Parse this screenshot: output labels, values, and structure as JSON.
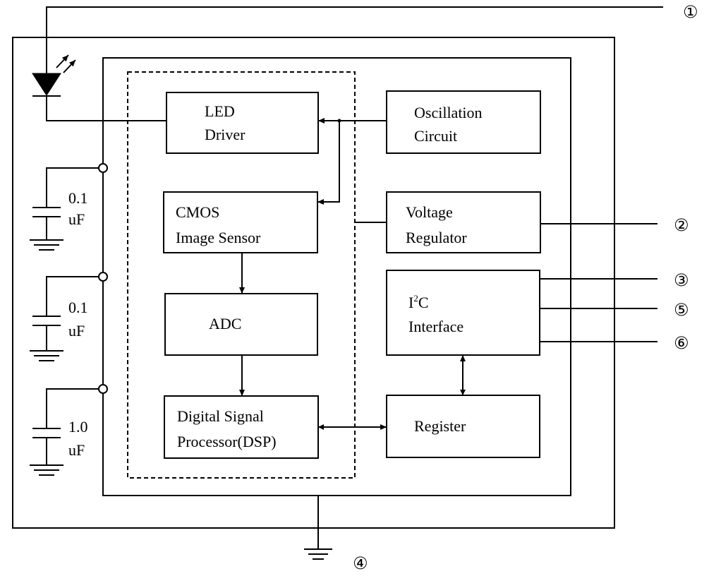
{
  "blocks": {
    "led_driver": [
      "LED",
      "Driver"
    ],
    "oscillation_circuit": [
      "Oscillation",
      "Circuit"
    ],
    "cmos_image_sensor": [
      "CMOS",
      "Image Sensor"
    ],
    "voltage_regulator": [
      "Voltage",
      "Regulator"
    ],
    "adc": [
      "ADC"
    ],
    "i2c_interface": {
      "prefix": "I",
      "superscript": "2",
      "suffix": "C",
      "line2": "Interface"
    },
    "dsp": [
      "Digital Signal",
      "Processor(DSP)"
    ],
    "register": [
      "Register"
    ]
  },
  "capacitors": [
    {
      "value": "0.1",
      "unit": "uF"
    },
    {
      "value": "0.1",
      "unit": "uF"
    },
    {
      "value": "1.0",
      "unit": "uF"
    }
  ],
  "pins": {
    "p1": "①",
    "p2": "②",
    "p3": "③",
    "p4": "④",
    "p5": "⑤",
    "p6": "⑥"
  }
}
